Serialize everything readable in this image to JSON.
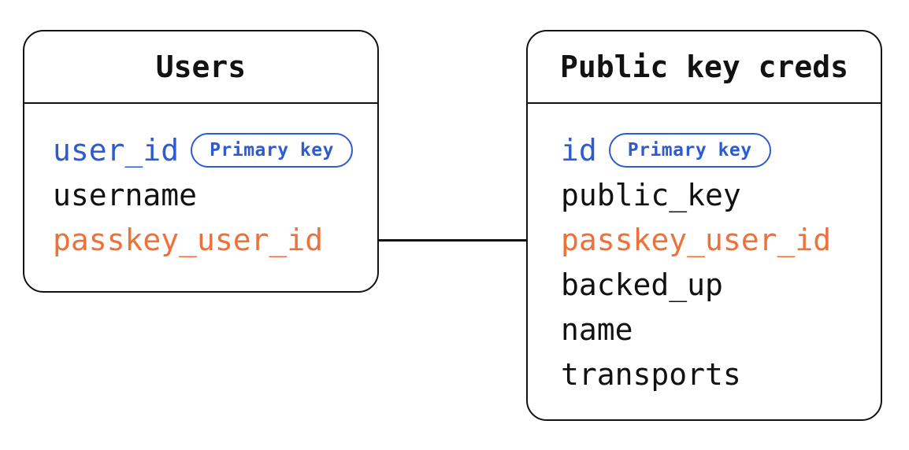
{
  "diagram": {
    "entities": [
      {
        "title": "Users",
        "fields": [
          {
            "name": "user_id",
            "role": "primary-key",
            "badge": "Primary key"
          },
          {
            "name": "username",
            "role": "plain"
          },
          {
            "name": "passkey_user_id",
            "role": "foreign-ref"
          }
        ]
      },
      {
        "title": "Public key creds",
        "fields": [
          {
            "name": "id",
            "role": "primary-key",
            "badge": "Primary key"
          },
          {
            "name": "public_key",
            "role": "plain"
          },
          {
            "name": "passkey_user_id",
            "role": "foreign-ref"
          },
          {
            "name": "backed_up",
            "role": "plain"
          },
          {
            "name": "name",
            "role": "plain"
          },
          {
            "name": "transports",
            "role": "plain"
          }
        ]
      }
    ],
    "relationship": {
      "from_entity": "Users",
      "from_field": "passkey_user_id",
      "to_entity": "Public key creds",
      "to_field": "passkey_user_id"
    }
  },
  "colors": {
    "primary_key_blue": "#2d5bd1",
    "foreign_ref_orange": "#ed7139",
    "text_black": "#121212",
    "line_black": "#121212",
    "background": "#ffffff"
  }
}
